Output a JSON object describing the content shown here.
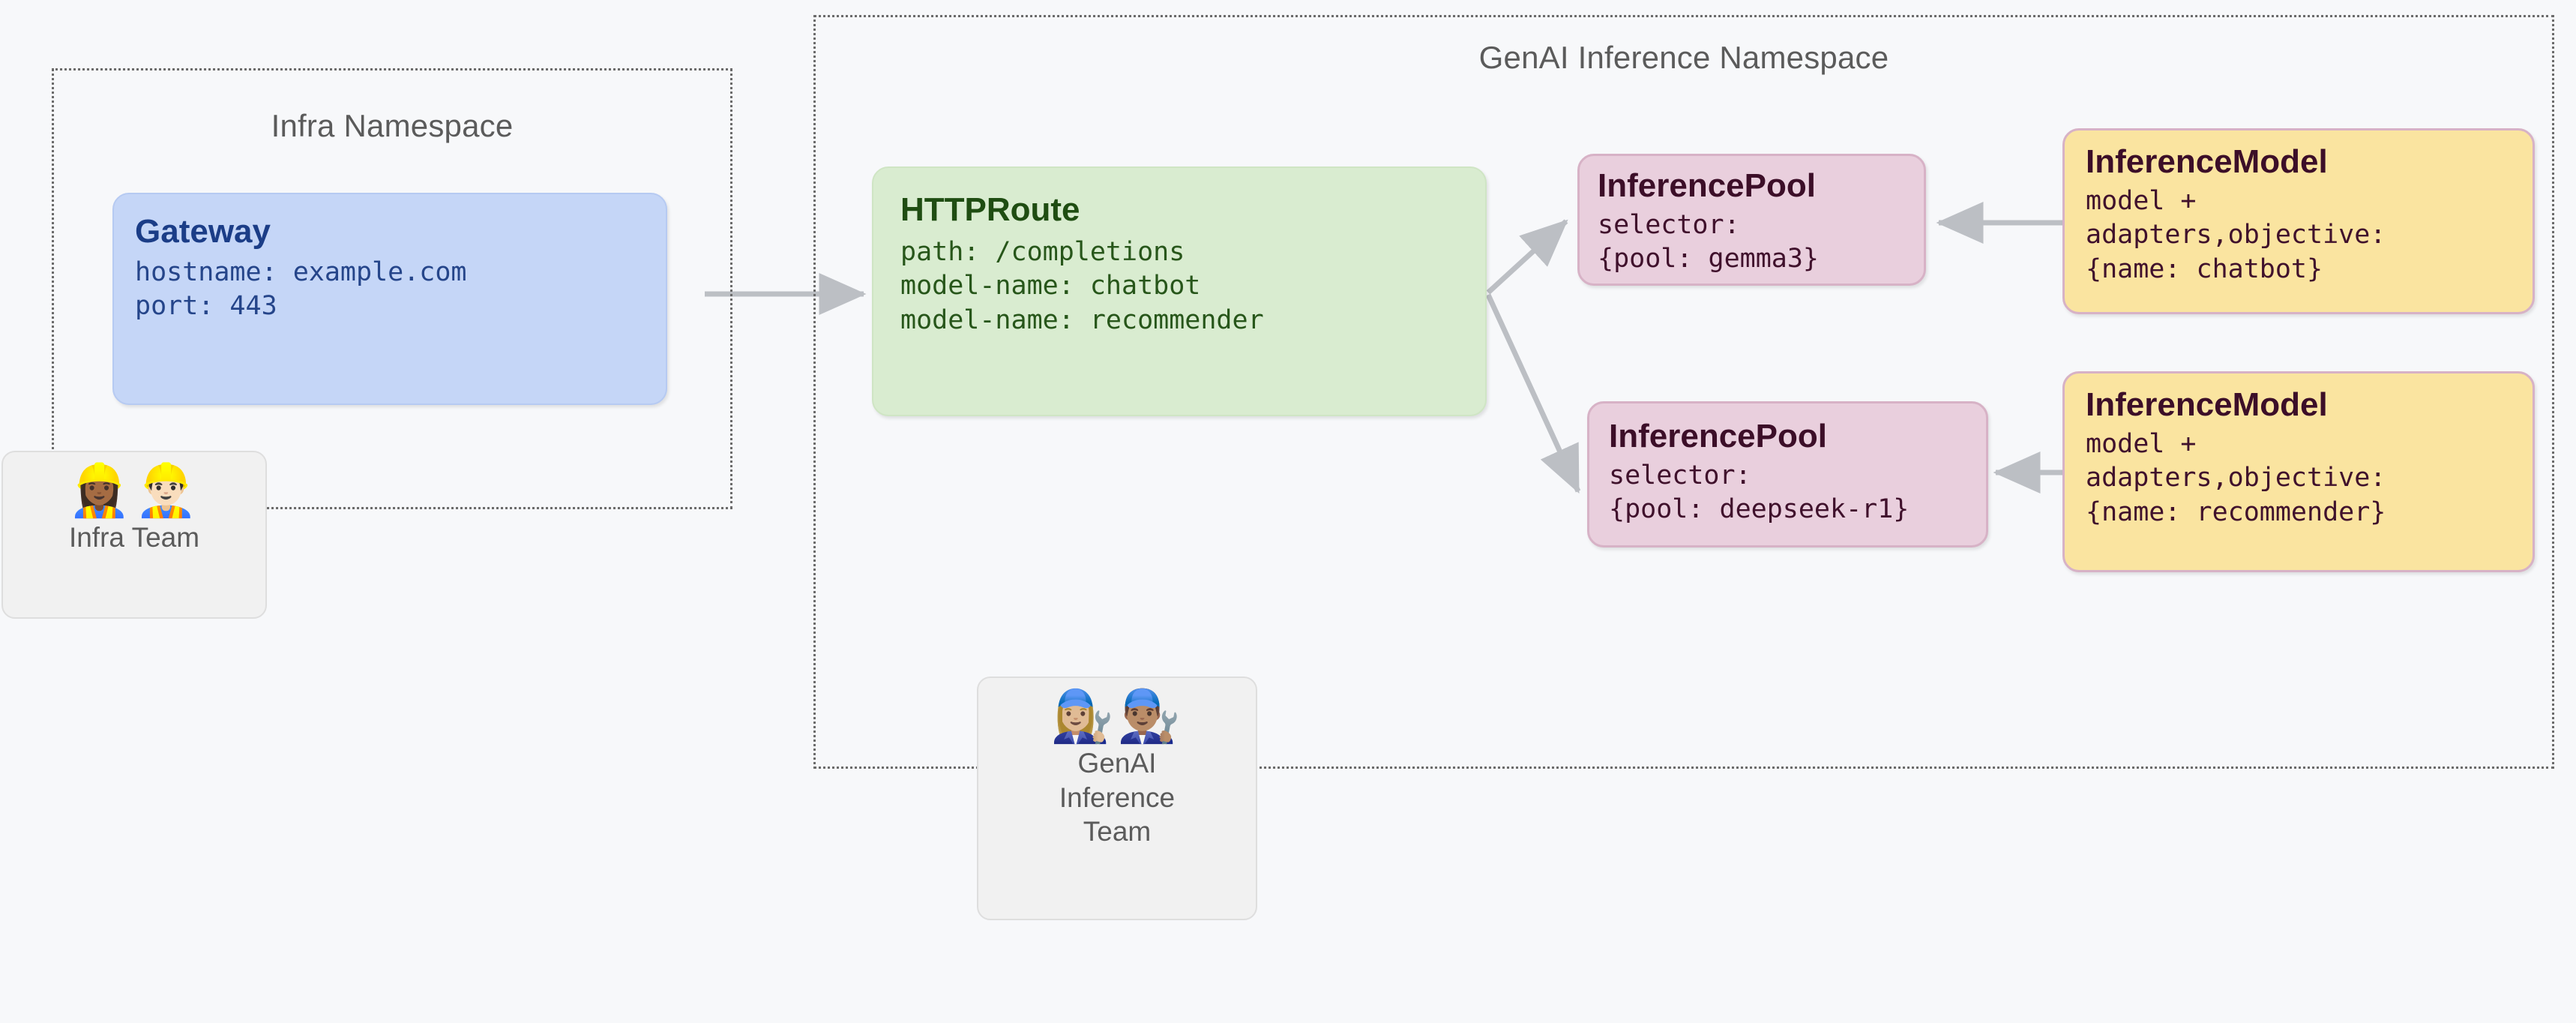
{
  "diagram": {
    "background_color": "#f7f8fa",
    "connector_color": "#bcbfc4"
  },
  "namespaces": [
    {
      "id": "infra",
      "title": "Infra Namespace",
      "border_style": "dotted",
      "border_color": "#6b6b6b"
    },
    {
      "id": "genai",
      "title": "GenAI Inference Namespace",
      "border_style": "dotted",
      "border_color": "#6b6b6b"
    }
  ],
  "nodes": {
    "gateway": {
      "kind": "Gateway",
      "line1": "hostname: example.com",
      "line2": "port: 443",
      "fill": "#c5d6f7",
      "text_color": "#1b3d87"
    },
    "httproute": {
      "kind": "HTTPRoute",
      "line1": "path: /completions",
      "line2": "model-name: chatbot",
      "line3": "model-name: recommender",
      "fill": "#d9ecd0",
      "text_color": "#1f4d12"
    },
    "pool_gemma": {
      "kind": "InferencePool",
      "line1": "selector:",
      "line2": "{pool: gemma3}",
      "fill": "#e9cfdd",
      "text_color": "#3c0e28"
    },
    "pool_deepseek": {
      "kind": "InferencePool",
      "line1": "selector:",
      "line2": "{pool: deepseek-r1}",
      "fill": "#e9cfdd",
      "text_color": "#3c0e28"
    },
    "model_chatbot": {
      "kind": "InferenceModel",
      "line1": "model +",
      "line2": "adapters,objective:",
      "line3": "{name: chatbot}",
      "fill": "#fae4a0",
      "text_color": "#3c0e28"
    },
    "model_recommender": {
      "kind": "InferenceModel",
      "line1": "model +",
      "line2": "adapters,objective:",
      "line3": "{name: recommender}",
      "fill": "#fae4a0",
      "text_color": "#3c0e28"
    }
  },
  "teams": [
    {
      "id": "infra-team",
      "label": "Infra Team",
      "emojis": "👷🏾‍♀️👷🏻‍♂️"
    },
    {
      "id": "genai-team",
      "label": "GenAI\nInference\nTeam",
      "emojis": "👩🏼‍🔧👨🏽‍🔧"
    }
  ]
}
